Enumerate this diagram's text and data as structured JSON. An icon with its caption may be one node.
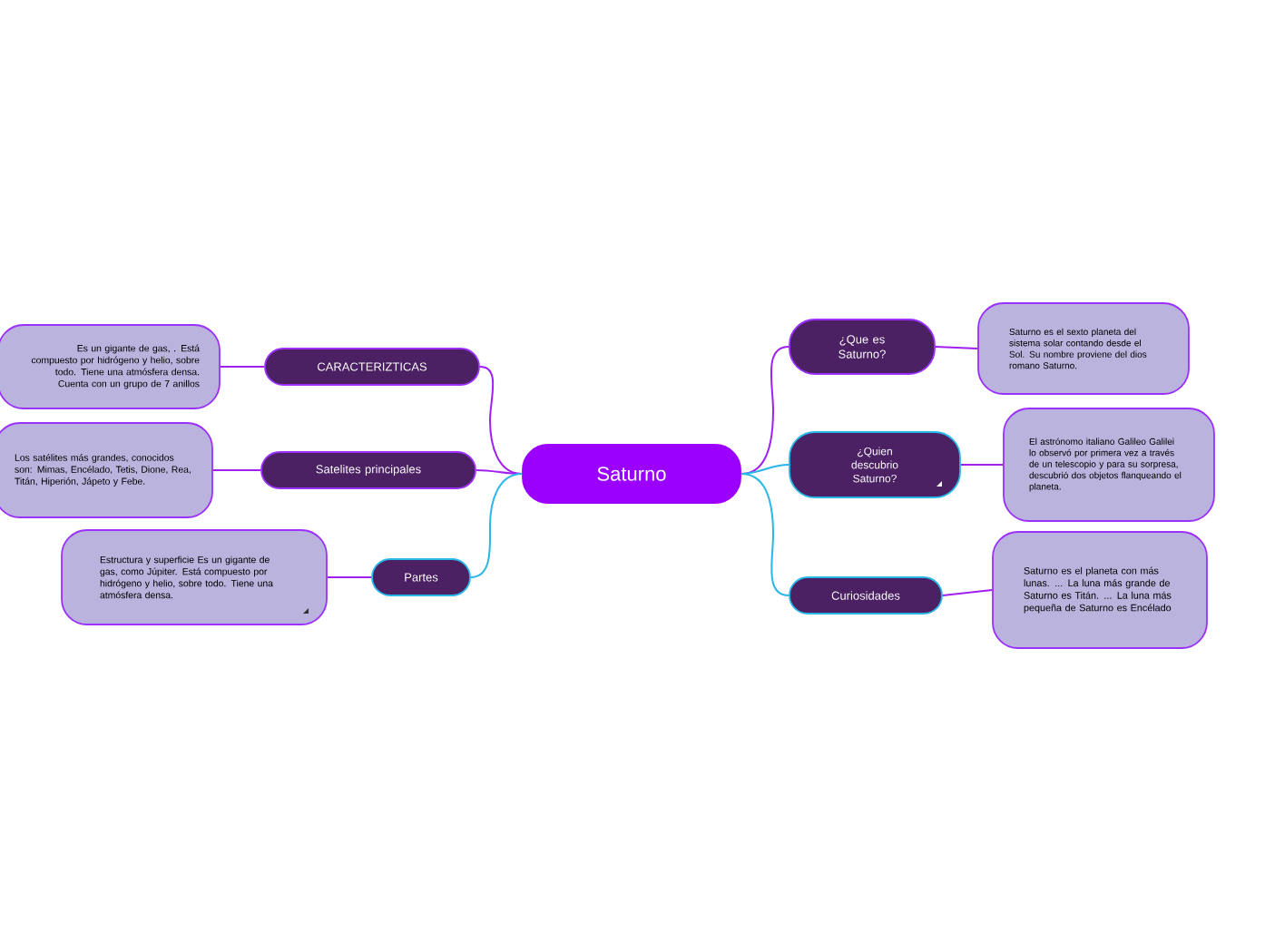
{
  "diagram": {
    "nodes": [
      {
        "text": [
          "Saturno"
        ]
      },
      {
        "text": [
          "CARACTERIZTICAS"
        ]
      },
      {
        "text": [
          "Es un gigante de gas, . Está compuesto por hidrógeno y helio, sobre todo. Tiene una atmósfera densa. Cuenta con un grupo de 7 anillos"
        ]
      },
      {
        "text": [
          "Satelites principales"
        ]
      },
      {
        "text": [
          "Los satélites más grandes, conocidos  son: Mimas, Encélado, Tetis, Dione, Rea, Titán, Hiperión, Jápeto y Febe."
        ]
      },
      {
        "text": [
          "Partes"
        ]
      },
      {
        "text": [
          "Estructura y superficie Es un gigante de gas, como Júpiter. Está compuesto por hidrógeno y helio, sobre todo. Tiene una atmósfera densa."
        ]
      },
      {
        "text": [
          "¿Que es Saturno?"
        ]
      },
      {
        "text": [
          "Saturno es el sexto planeta del sistema solar contando desde el Sol. Su nombre proviene del dios romano Saturno."
        ]
      },
      {
        "text": [
          "¿Quien descubrio Saturno?"
        ]
      },
      {
        "text": [
          "El astrónomo italiano Galileo Galilei lo observó por primera vez a través de un telescopio y para su sorpresa, descubrió dos objetos flanqueando el planeta."
        ]
      },
      {
        "text": [
          "Curiosidades"
        ]
      },
      {
        "text": [
          "Saturno es el planeta con más lunas. ... La luna más grande de Saturno es Titán. ... La luna más pequeña de Saturno es Encélado"
        ]
      }
    ],
    "edges": [
      {
        "from": 0,
        "to": 1,
        "arrow": "none"
      },
      {
        "from": 0,
        "to": 3,
        "arrow": "none"
      },
      {
        "from": 0,
        "to": 5,
        "arrow": "none",
        "color": "#29b6e8"
      },
      {
        "from": 0,
        "to": 7,
        "arrow": "none"
      },
      {
        "from": 0,
        "to": 9,
        "arrow": "none",
        "color": "#29b6e8"
      },
      {
        "from": 0,
        "to": 11,
        "arrow": "none",
        "color": "#29b6e8"
      },
      {
        "from": 1,
        "to": 2,
        "arrow": "none"
      },
      {
        "from": 3,
        "to": 4,
        "arrow": "none"
      },
      {
        "from": 5,
        "to": 6,
        "arrow": "none"
      },
      {
        "from": 7,
        "to": 8,
        "arrow": "none"
      },
      {
        "from": 9,
        "to": 10,
        "arrow": "none"
      },
      {
        "from": 11,
        "to": 12,
        "arrow": "none"
      }
    ]
  }
}
